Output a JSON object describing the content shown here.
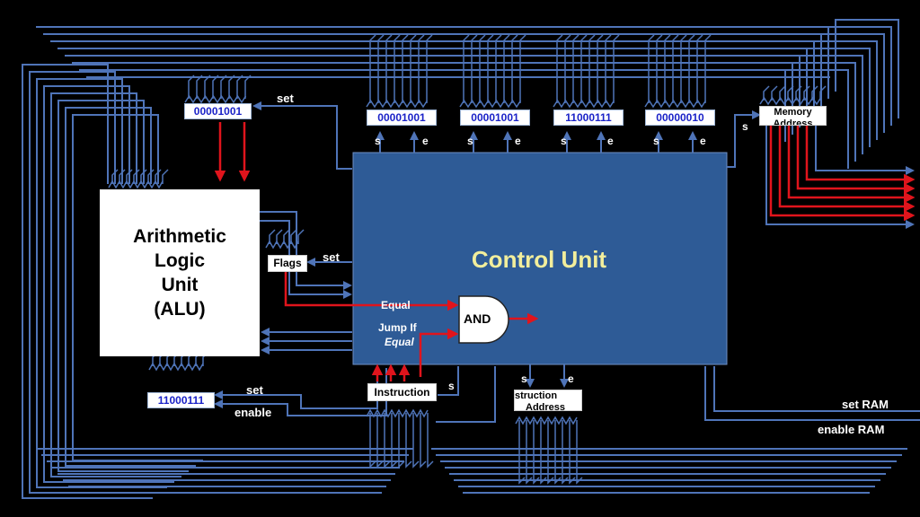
{
  "colors": {
    "background": "#000000",
    "wire": "#4f74b8",
    "active_wire": "#e0141c",
    "control_unit_fill": "#2e5b96",
    "control_unit_title": "#f2ee9c",
    "register_text": "#1a22c8"
  },
  "control_unit": {
    "title": "Control Unit"
  },
  "alu": {
    "line1": "Arithmetic",
    "line2": "Logic",
    "line3": "Unit",
    "line4": "(ALU)"
  },
  "registers": {
    "top_left": "00001001",
    "r1": "00001001",
    "r2": "00001001",
    "r3": "11000111",
    "r4": "00000010",
    "bottom_left": "11000111"
  },
  "labels": {
    "set": "set",
    "s": "s",
    "e": "e",
    "flags_set": "set",
    "bottom_set": "set",
    "bottom_enable": "enable",
    "equal": "Equal",
    "jump_if": "Jump If",
    "jump_equal": "Equal",
    "and_gate": "AND",
    "set_ram": "set RAM",
    "enable_ram": "enable RAM"
  },
  "boxes": {
    "flags": "Flags",
    "memory_address_line1": "Memory",
    "memory_address_line2": "Address",
    "instruction": "Instruction",
    "instruction_address_line1": "struction",
    "instruction_address_line2": "Address"
  }
}
